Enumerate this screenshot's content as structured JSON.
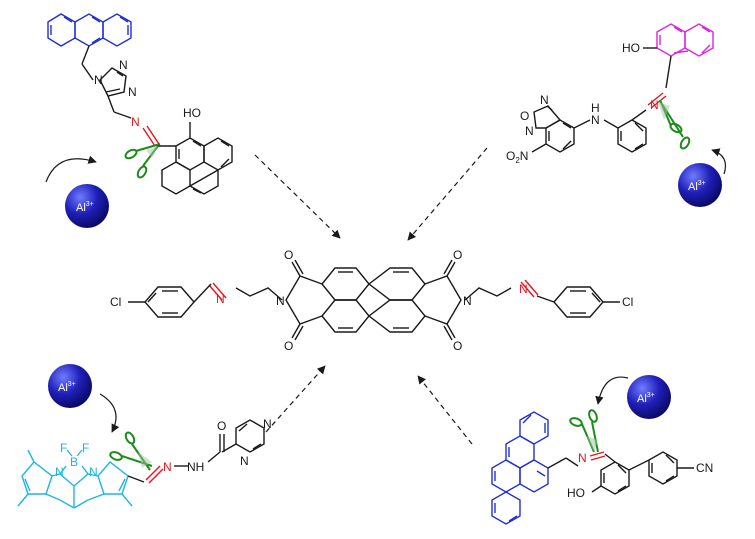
{
  "colors": {
    "black": "#1a1a1a",
    "imine": "#e8141c",
    "anthracene": "#1f2fd6",
    "naphthol_pink": "#e020e0",
    "bodipy": "#1ab6e6",
    "scissors": "#1d8a1d",
    "ball": "#1f1fa8",
    "nbd_ring": "#1a1a1a"
  },
  "labels": {
    "ion": "Al",
    "ion_sup": "3+",
    "cl": "Cl",
    "o": "O",
    "n": "N",
    "nh": "NH",
    "ho": "HO",
    "o2n": "O",
    "o2n_sub": "2",
    "o2n_n": "N",
    "h": "H",
    "b": "B",
    "f": "F",
    "cn": "CN"
  },
  "icons": [
    "scissors-icon",
    "al-ion-ball-icon",
    "curved-arrow-icon",
    "dashed-arrow-icon"
  ]
}
